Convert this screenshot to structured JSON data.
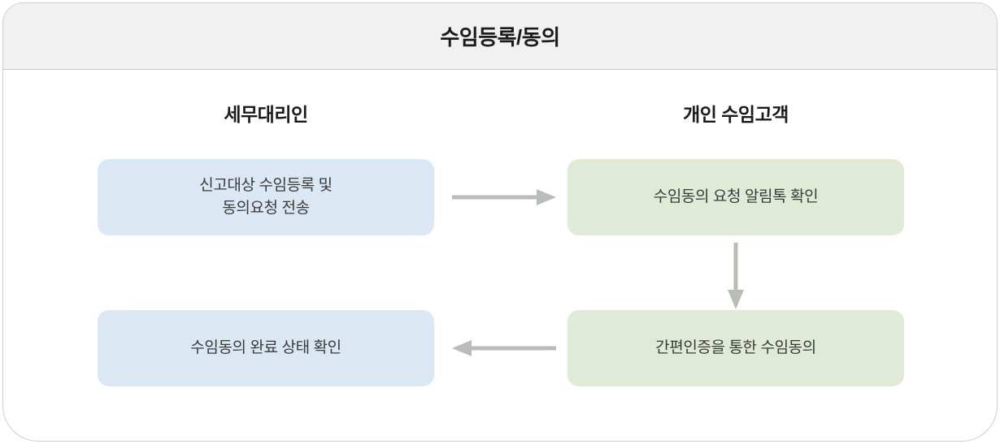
{
  "panel": {
    "title": "수임등록/동의",
    "header_bg": "#f1f1f1",
    "border_color": "#cfcfcf"
  },
  "columns": [
    {
      "id": "tax-agent",
      "heading": "세무대리인",
      "accent": "#dce7f4"
    },
    {
      "id": "individual-client",
      "heading": "개인 수임고객",
      "accent": "#e0ebd7"
    }
  ],
  "steps": [
    {
      "id": "step-register-request",
      "column": "tax-agent",
      "row": 1,
      "color": "#dce7f4",
      "lines": [
        "신고대상 수임등록 및",
        "동의요청 전송"
      ]
    },
    {
      "id": "step-check-alimtalk",
      "column": "individual-client",
      "row": 1,
      "color": "#e0ebd7",
      "lines": [
        "수임동의 요청 알림톡 확인"
      ]
    },
    {
      "id": "step-check-status",
      "column": "tax-agent",
      "row": 2,
      "color": "#dce7f4",
      "lines": [
        "수임동의 완료 상태 확인"
      ]
    },
    {
      "id": "step-simple-auth-consent",
      "column": "individual-client",
      "row": 2,
      "color": "#e0ebd7",
      "lines": [
        "간편인증을 통한 수임동의"
      ]
    }
  ],
  "connectors": [
    {
      "id": "arrow-right-top",
      "direction": "right",
      "from": "step-register-request",
      "to": "step-check-alimtalk",
      "color": "#b9bdba"
    },
    {
      "id": "arrow-down",
      "direction": "down",
      "from": "step-check-alimtalk",
      "to": "step-simple-auth-consent",
      "color": "#b9bdba"
    },
    {
      "id": "arrow-left-bottom",
      "direction": "left",
      "from": "step-simple-auth-consent",
      "to": "step-check-status",
      "color": "#b9bdba"
    }
  ]
}
